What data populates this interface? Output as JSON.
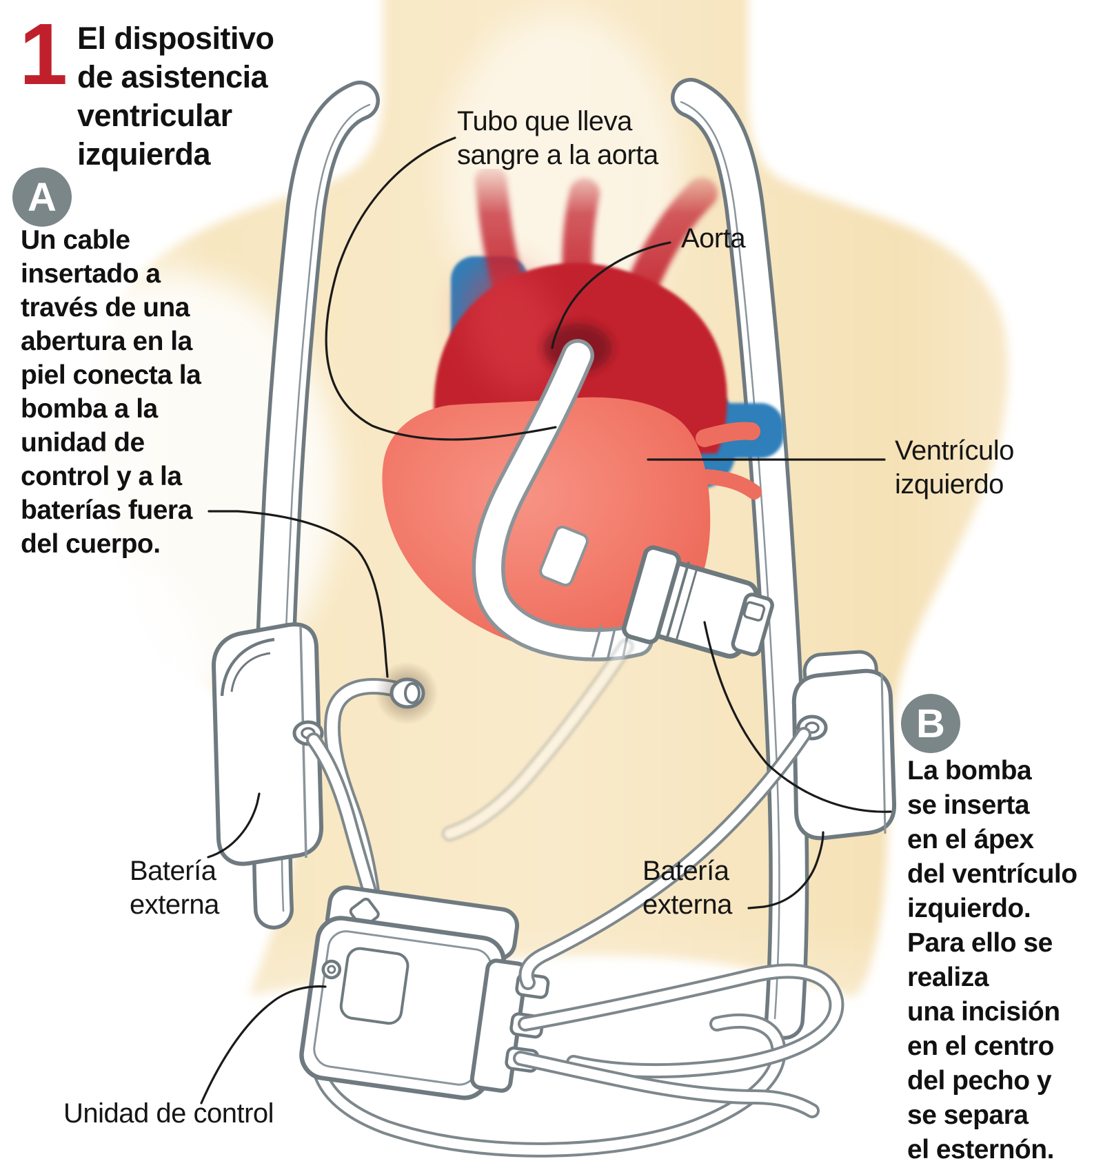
{
  "title": {
    "number": "1",
    "text": "El dispositivo\nde asistencia\nventricular\nizquierda"
  },
  "section_a": {
    "badge": "A",
    "text": "Un cable\ninsertado a\ntravés de una\nabertura en la\npiel conecta la\nbomba a la\nunidad de\ncontrol y a la\nbaterías fuera\ndel cuerpo."
  },
  "section_b": {
    "badge": "B",
    "text": "La bomba\nse inserta\nen el ápex\ndel ventrículo\nizquierdo.\nPara ello se\nrealiza\nuna incisión\nen el centro\ndel pecho y\nse separa\nel esternón."
  },
  "labels": {
    "tube": "Tubo que lleva\nsangre a la aorta",
    "aorta": "Aorta",
    "ventricle": "Ventrículo\nizquierdo",
    "battery_left": "Batería\nexterna",
    "battery_right": "Batería\nexterna",
    "control_unit": "Unidad de control"
  },
  "colors": {
    "accent_red": "#C0202C",
    "badge_gray": "#7A8687",
    "skin": "#F7E6C0",
    "heart_pink": "#F27868",
    "aorta_red": "#C2212F",
    "vein_blue": "#2E7FBA",
    "device_outline_gray": "#6F7A80",
    "leader_black": "#1A1A1A"
  }
}
